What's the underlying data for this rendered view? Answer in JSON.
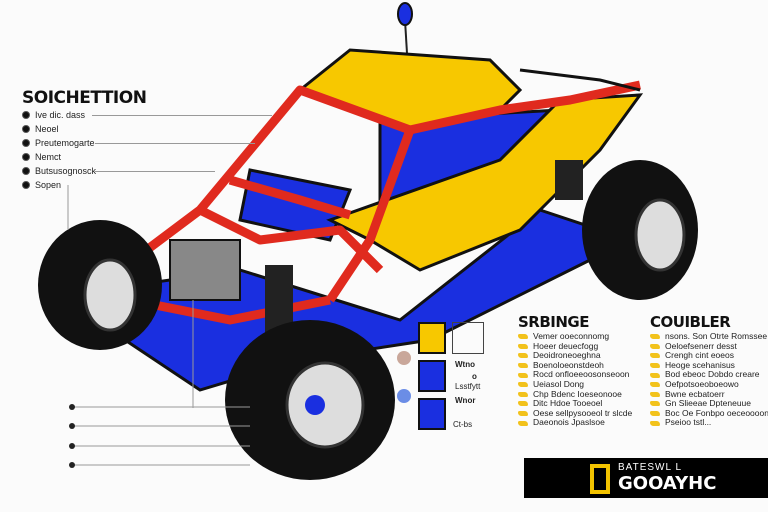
{
  "left_panel": {
    "title": "SOICHETTION",
    "items": [
      "Ive dic. dass",
      "Neoel",
      "Preutemogarte",
      "Nemct",
      "Butsusognosck",
      "Sopen"
    ]
  },
  "swatches": {
    "labels": [
      "Wtno",
      "o",
      "Lsstfytt",
      "Wnor",
      "Ct-bs"
    ],
    "colors": [
      "#f7c800",
      "#1a2fe0",
      "#1a2fe0"
    ]
  },
  "middle_panel": {
    "title": "SRBINGE",
    "items": [
      "Vemer ooeconnomg",
      "Hoeer deuecfogg",
      "Deoidroneoeghna",
      "Boenoloeonstdeoh",
      "Rocd onfloeeoosonseoon",
      "Ueiasol Dong",
      "Chp Bdenc Ioeseonooe",
      "Ditc Hdoe Tooeoel",
      "Oese sellpysooeol tr slcde",
      "Daeonois Jpaslsoe"
    ]
  },
  "right_panel": {
    "title": "COUIBLER",
    "items": [
      "nsons. Son Otrte Romssee",
      "Oeloefsenerr desst",
      "Crengh cint eoeos",
      "Heoge scehanisus",
      "Bod ebeoc Dobdo creare",
      "Oefpotsoeoboeowo",
      "Bwne ecbatoerr",
      "Gn Slieeae Dpteneuue",
      "Boc Oe Fonbpo oeceoooone",
      "Pseioo tstl..."
    ]
  },
  "logo": {
    "line1": "BATESWL L",
    "line2": "GOOAYHC"
  },
  "colors": {
    "yellow": "#f7c800",
    "red": "#e02a1e",
    "blue": "#1a2fe0",
    "tire": "#111111"
  }
}
